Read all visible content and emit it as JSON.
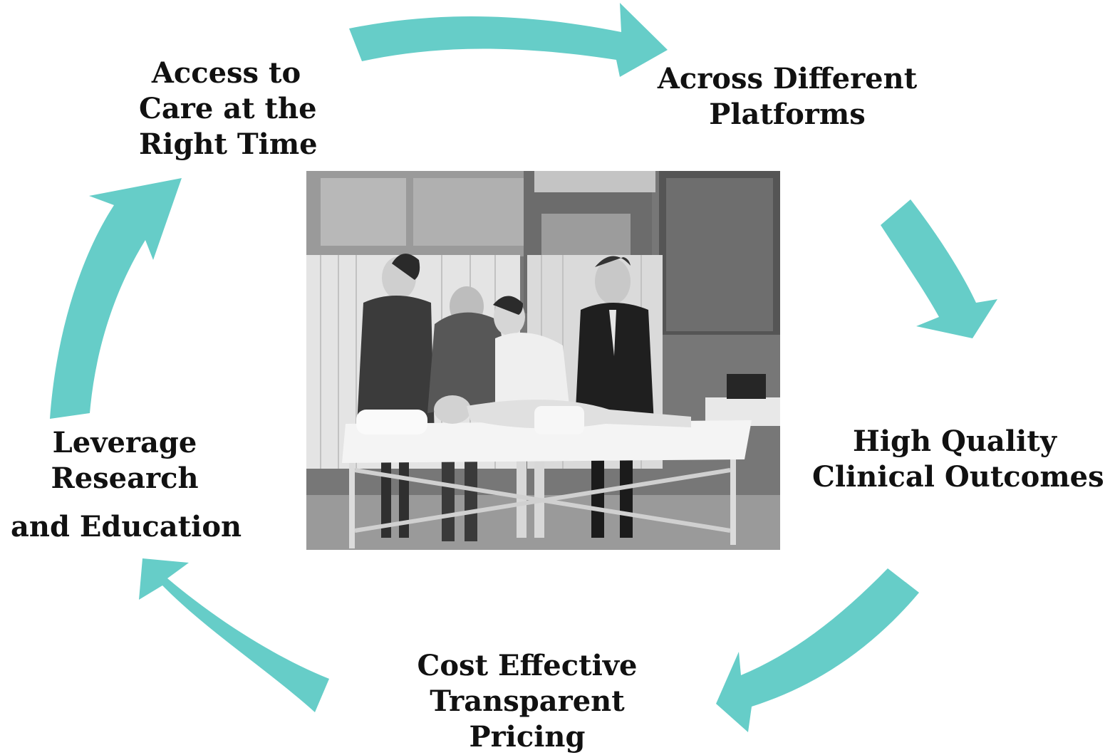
{
  "cycle": {
    "arrow_color": "#66CDC8",
    "nodes": [
      {
        "id": "access",
        "lines": [
          "Access to",
          "Care at the",
          "Right Time"
        ]
      },
      {
        "id": "platforms",
        "lines": [
          "Across Different",
          "Platforms"
        ]
      },
      {
        "id": "quality",
        "lines": [
          "High Quality",
          "Clinical Outcomes"
        ]
      },
      {
        "id": "cost",
        "lines": [
          "Cost Effective",
          "Transparent",
          "Pricing"
        ]
      },
      {
        "id": "research",
        "lines": [
          "Leverage",
          "Research",
          "and Education"
        ]
      }
    ]
  },
  "photo": {
    "subject": "vintage black-and-white photograph of clinicians examining a child on an examination table",
    "colors": {
      "light": "#e8e8e8",
      "mid": "#8a8a8a",
      "dark": "#1e1e1e"
    }
  }
}
